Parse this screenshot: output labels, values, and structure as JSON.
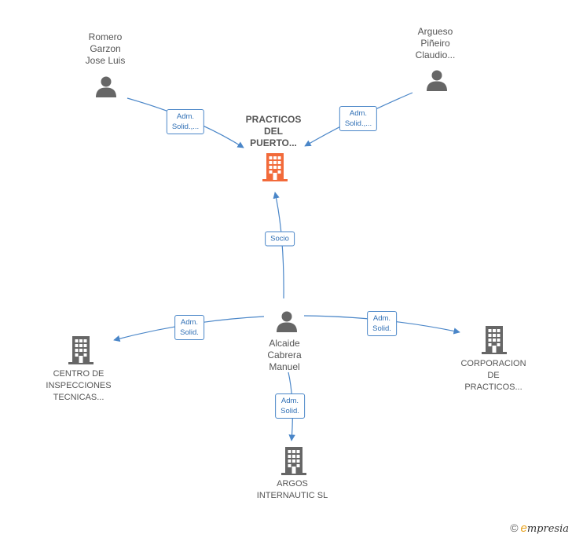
{
  "nodes": {
    "main_company": {
      "lines": [
        "PRACTICOS",
        "DEL",
        "PUERTO..."
      ],
      "icon": "building-icon",
      "color": "#f26a3a"
    },
    "romero": {
      "lines": [
        "Romero",
        "Garzon",
        "Jose Luis"
      ],
      "icon": "person-icon"
    },
    "argueso": {
      "lines": [
        "Argueso",
        "Piñeiro",
        "Claudio..."
      ],
      "icon": "person-icon"
    },
    "alcaide": {
      "lines": [
        "Alcaide",
        "Cabrera",
        "Manuel"
      ],
      "icon": "person-icon"
    },
    "centro": {
      "lines": [
        "CENTRO DE",
        "INSPECCIONES",
        "TECNICAS..."
      ],
      "icon": "building-icon"
    },
    "corporacion": {
      "lines": [
        "CORPORACION",
        "DE",
        "PRACTICOS..."
      ],
      "icon": "building-icon"
    },
    "argos": {
      "lines": [
        "ARGOS",
        "INTERNAUTIC SL"
      ],
      "icon": "building-icon"
    }
  },
  "edges": [
    {
      "id": "romero-main",
      "lines": [
        "Adm.",
        "Solid.,..."
      ]
    },
    {
      "id": "argueso-main",
      "lines": [
        "Adm.",
        "Solid.,..."
      ]
    },
    {
      "id": "alcaide-main",
      "lines": [
        "Socio"
      ]
    },
    {
      "id": "alcaide-centro",
      "lines": [
        "Adm.",
        "Solid."
      ]
    },
    {
      "id": "alcaide-corporacion",
      "lines": [
        "Adm.",
        "Solid."
      ]
    },
    {
      "id": "alcaide-argos",
      "lines": [
        "Adm.",
        "Solid."
      ]
    }
  ],
  "colors": {
    "edge": "#4a86c8",
    "icon_gray": "#666666",
    "main": "#f26a3a"
  },
  "footer": {
    "copyright": "©",
    "brand_initial": "e",
    "brand_rest": "mpresia"
  }
}
